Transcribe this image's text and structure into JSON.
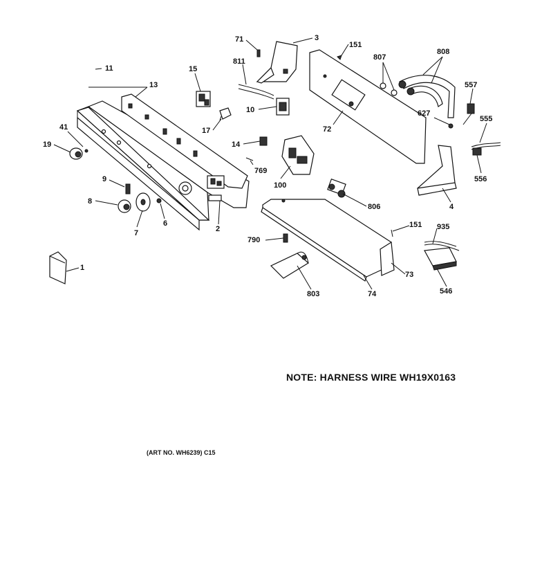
{
  "callouts": [
    "11",
    "13",
    "41",
    "19",
    "9",
    "8",
    "7",
    "6",
    "2",
    "1",
    "15",
    "17",
    "71",
    "3",
    "811",
    "10",
    "14",
    "769",
    "100",
    "151",
    "807",
    "808",
    "557",
    "627",
    "555",
    "556",
    "72",
    "4",
    "806",
    "151",
    "935",
    "790",
    "803",
    "74",
    "73",
    "546"
  ],
  "note": "NOTE: HARNESS WIRE WH19X0163",
  "art_no": "(ART NO. WH6239) C15"
}
